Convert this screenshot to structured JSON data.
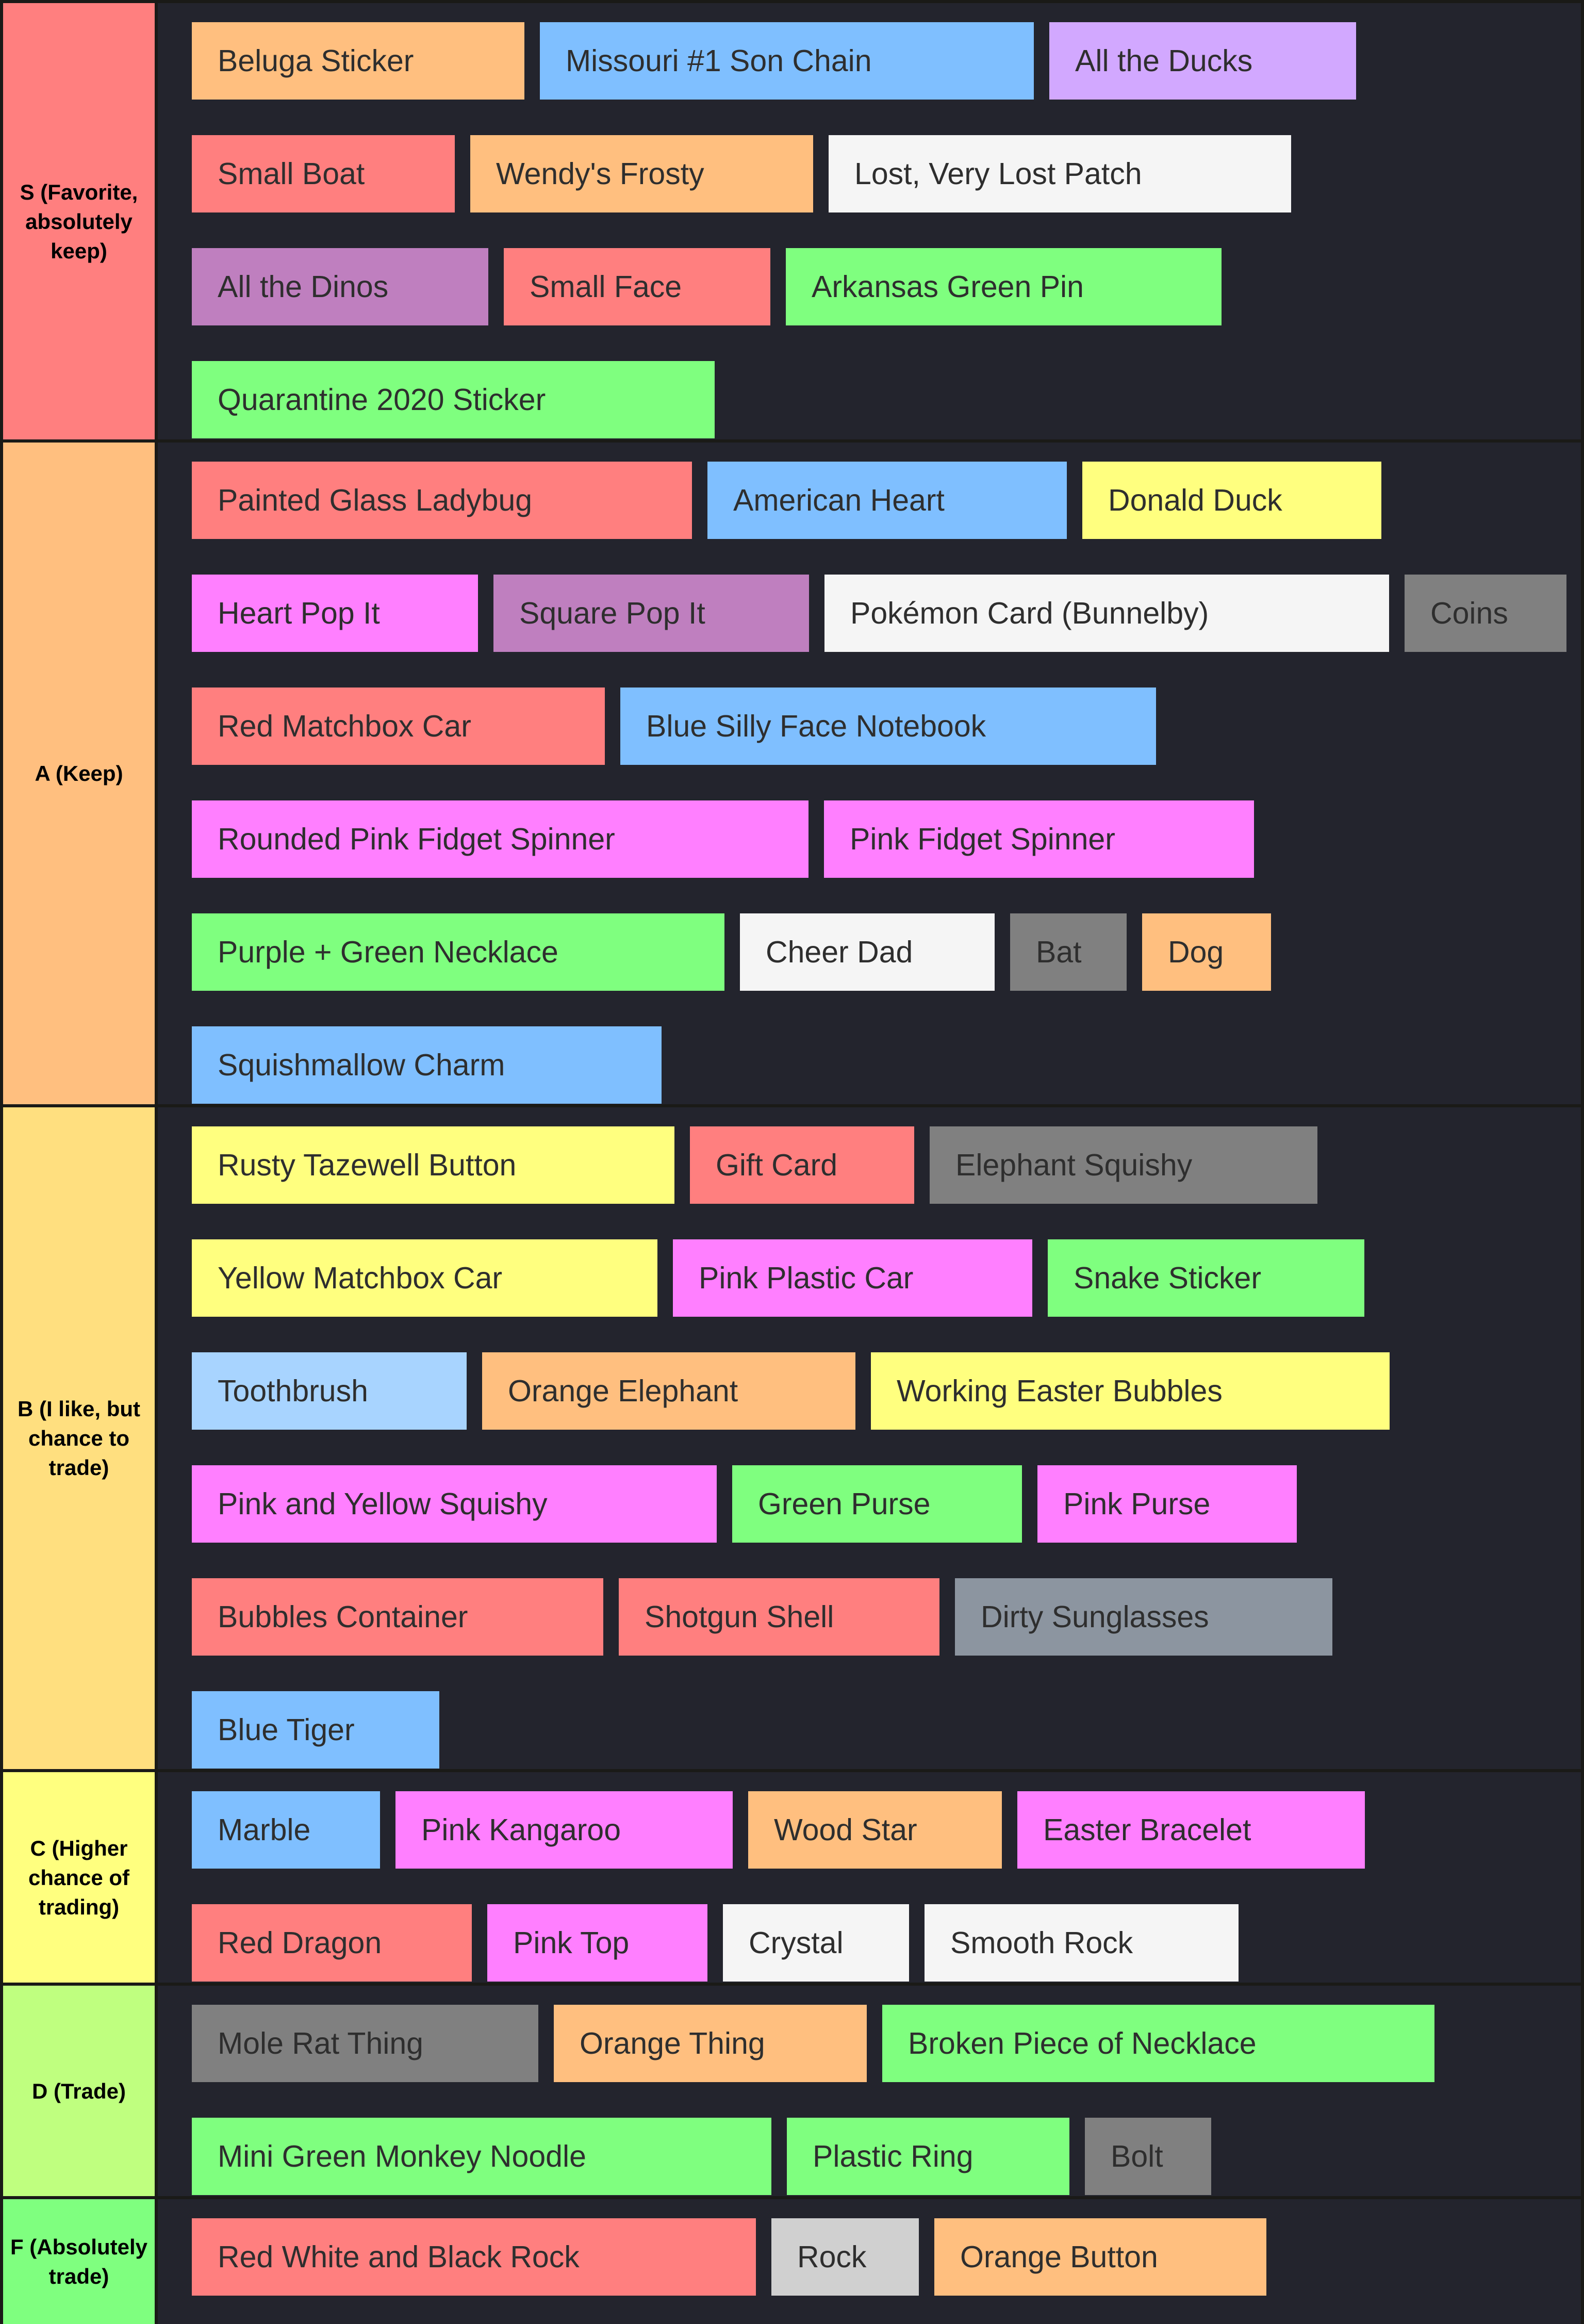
{
  "tiers": [
    {
      "label": "S (Favorite, absolutely keep)",
      "color": "#ff7f7f",
      "rows": [
        [
          {
            "name": "Beluga Sticker",
            "color": "#ffbf7f"
          },
          {
            "name": "Missouri #1 Son Chain",
            "color": "#7fbfff"
          },
          {
            "name": "All the Ducks",
            "color": "#d2a8ff"
          }
        ],
        [
          {
            "name": "Small Boat",
            "color": "#ff7f7f"
          },
          {
            "name": "Wendy's Frosty",
            "color": "#ffbf7f"
          },
          {
            "name": "Lost, Very Lost Patch",
            "color": "#f5f5f5"
          }
        ],
        [
          {
            "name": "All the Dinos",
            "color": "#bf7fbf"
          },
          {
            "name": "Small Face",
            "color": "#ff7f7f"
          },
          {
            "name": "Arkansas Green Pin",
            "color": "#7fff7f"
          }
        ],
        [
          {
            "name": "Quarantine 2020 Sticker",
            "color": "#7fff7f"
          }
        ]
      ]
    },
    {
      "label": "A (Keep)",
      "color": "#ffbf7f",
      "rows": [
        [
          {
            "name": "Painted Glass Ladybug",
            "color": "#ff7f7f"
          },
          {
            "name": "American Heart",
            "color": "#7fbfff"
          },
          {
            "name": "Donald Duck",
            "color": "#ffff7f"
          }
        ],
        [
          {
            "name": "Heart Pop It",
            "color": "#ff7fff"
          },
          {
            "name": "Square Pop It",
            "color": "#bf7fbf"
          },
          {
            "name": "Pokémon Card (Bunnelby)",
            "color": "#f5f5f5"
          },
          {
            "name": "Coins",
            "color": "#808080"
          }
        ],
        [
          {
            "name": "Red Matchbox Car",
            "color": "#ff7f7f"
          },
          {
            "name": "Blue Silly Face Notebook",
            "color": "#7fbfff"
          }
        ],
        [
          {
            "name": "Rounded Pink Fidget Spinner",
            "color": "#ff7fff"
          },
          {
            "name": "Pink Fidget Spinner",
            "color": "#ff7fff"
          }
        ],
        [
          {
            "name": "Purple + Green Necklace",
            "color": "#7fff7f"
          },
          {
            "name": "Cheer Dad",
            "color": "#f5f5f5"
          },
          {
            "name": "Bat",
            "color": "#808080"
          },
          {
            "name": "Dog",
            "color": "#ffbf7f"
          }
        ],
        [
          {
            "name": "Squishmallow Charm",
            "color": "#7fbfff"
          }
        ]
      ]
    },
    {
      "label": "B (I like, but chance to trade)",
      "color": "#ffdf7f",
      "rows": [
        [
          {
            "name": "Rusty Tazewell Button",
            "color": "#ffff7f"
          },
          {
            "name": "Gift Card",
            "color": "#ff7f7f"
          },
          {
            "name": "Elephant Squishy",
            "color": "#808080"
          }
        ],
        [
          {
            "name": "Yellow Matchbox Car",
            "color": "#ffff7f"
          },
          {
            "name": "Pink Plastic Car",
            "color": "#ff7fff"
          },
          {
            "name": "Snake Sticker",
            "color": "#7fff7f"
          }
        ],
        [
          {
            "name": "Toothbrush",
            "color": "#a8d4ff"
          },
          {
            "name": "Orange Elephant",
            "color": "#ffbf7f"
          },
          {
            "name": "Working Easter Bubbles",
            "color": "#ffff7f"
          }
        ],
        [
          {
            "name": "Pink and Yellow Squishy",
            "color": "#ff7fff"
          },
          {
            "name": "Green Purse",
            "color": "#7fff7f"
          },
          {
            "name": "Pink Purse",
            "color": "#ff7fff"
          }
        ],
        [
          {
            "name": "Bubbles Container",
            "color": "#ff7f7f"
          },
          {
            "name": "Shotgun Shell",
            "color": "#ff7f7f"
          },
          {
            "name": "Dirty Sunglasses",
            "color": "#8c95a0"
          }
        ],
        [
          {
            "name": "Blue Tiger",
            "color": "#7fbfff"
          }
        ]
      ]
    },
    {
      "label": "C (Higher chance of trading)",
      "color": "#ffff7f",
      "rows": [
        [
          {
            "name": "Marble",
            "color": "#7fbfff"
          },
          {
            "name": "Pink Kangaroo",
            "color": "#ff7fff"
          },
          {
            "name": "Wood Star",
            "color": "#ffbf7f"
          },
          {
            "name": "Easter Bracelet",
            "color": "#ff7fff"
          }
        ],
        [
          {
            "name": "Red Dragon",
            "color": "#ff7f7f"
          },
          {
            "name": "Pink Top",
            "color": "#ff7fff"
          },
          {
            "name": "Crystal",
            "color": "#f5f5f5"
          },
          {
            "name": "Smooth Rock",
            "color": "#f5f5f5"
          }
        ]
      ]
    },
    {
      "label": "D (Trade)",
      "color": "#bfff7f",
      "rows": [
        [
          {
            "name": "Mole Rat Thing",
            "color": "#808080"
          },
          {
            "name": "Orange Thing",
            "color": "#ffbf7f"
          },
          {
            "name": "Broken Piece of Necklace",
            "color": "#7fff7f"
          }
        ],
        [
          {
            "name": "Mini Green Monkey Noodle",
            "color": "#7fff7f"
          },
          {
            "name": "Plastic Ring",
            "color": "#7fff7f"
          },
          {
            "name": "Bolt",
            "color": "#808080"
          }
        ]
      ]
    },
    {
      "label": "F (Absolutely trade)",
      "color": "#7fff7f",
      "rows": [
        [
          {
            "name": "Red White and Black Rock",
            "color": "#ff7f7f"
          },
          {
            "name": "Rock",
            "color": "#d0d0d0"
          },
          {
            "name": "Orange Button",
            "color": "#ffbf7f"
          }
        ]
      ]
    }
  ]
}
